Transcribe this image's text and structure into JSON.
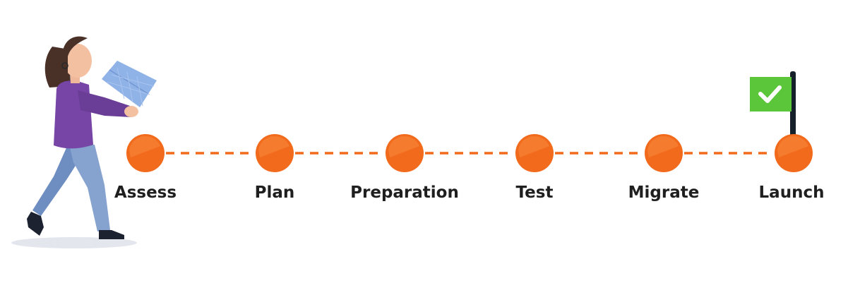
{
  "steps": [
    {
      "label": "Assess"
    },
    {
      "label": "Plan"
    },
    {
      "label": "Preparation"
    },
    {
      "label": "Test"
    },
    {
      "label": "Migrate"
    },
    {
      "label": "Launch"
    }
  ],
  "colors": {
    "node": "#f26b1d",
    "node_highlight": "#f7883d",
    "connector": "#f26b1d",
    "flag": "#5cc63a",
    "flag_pole": "#15202b",
    "label": "#1f1f1f"
  },
  "icons": {
    "figure": "woman-reading-map-illustration",
    "finish": "check-flag-icon"
  }
}
